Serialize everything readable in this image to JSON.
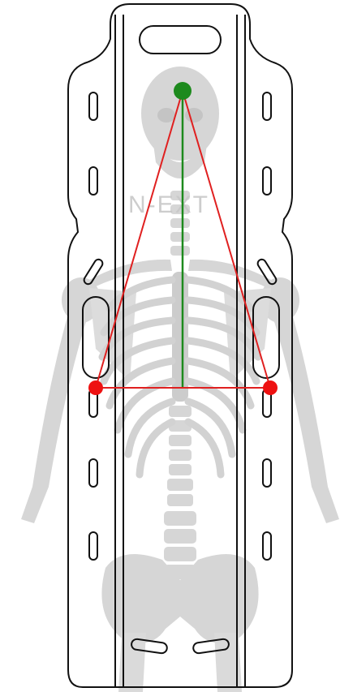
{
  "watermark": {
    "text": "N-EXT"
  },
  "colors": {
    "board_outline": "#111111",
    "skeleton": "#d6d6d6",
    "skeleton_dark": "#c4c4c4",
    "triangle": "#e02020",
    "head_marker": "#1d8a1d",
    "shoulder_markers": "#ee1111",
    "centerline": "#1d8a1d",
    "watermark": "#c8c8c8"
  },
  "icons": {
    "board": "spine-board",
    "skeleton": "human-skeleton",
    "head_point": "green-dot",
    "shoulder_points": "red-dot"
  }
}
